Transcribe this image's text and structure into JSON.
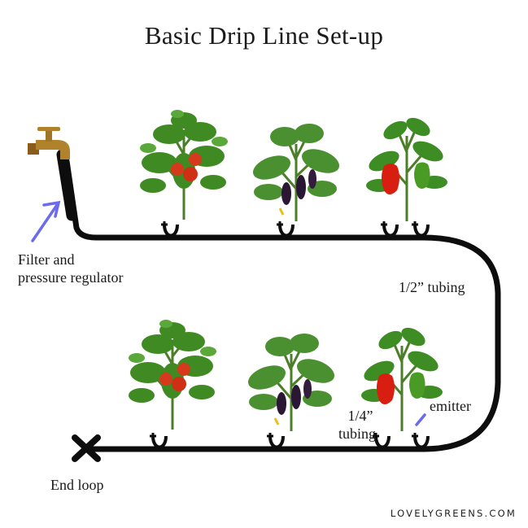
{
  "title": "Basic Drip Line Set-up",
  "labels": {
    "filter_line1": "Filter and",
    "filter_line2": "pressure regulator",
    "half_inch_tubing": "1/2” tubing",
    "quarter_inch_line1": "1/4”",
    "quarter_inch_line2": "tubing",
    "emitter": "emitter",
    "end_loop": "End loop"
  },
  "credit": "LOVELYGREENS.COM",
  "plants": {
    "top_row": [
      "tomato",
      "eggplant",
      "pepper"
    ],
    "bottom_row": [
      "tomato",
      "eggplant",
      "pepper"
    ]
  },
  "colors": {
    "tubing": "#0d0d0d",
    "arrow": "#6b6bee",
    "faucet": "#b0822c",
    "leaf": "#3f8a22",
    "tomato": "#d63a1c",
    "eggplant": "#2a1733",
    "pepper_red": "#d81e10",
    "pepper_green": "#4a9a26"
  }
}
